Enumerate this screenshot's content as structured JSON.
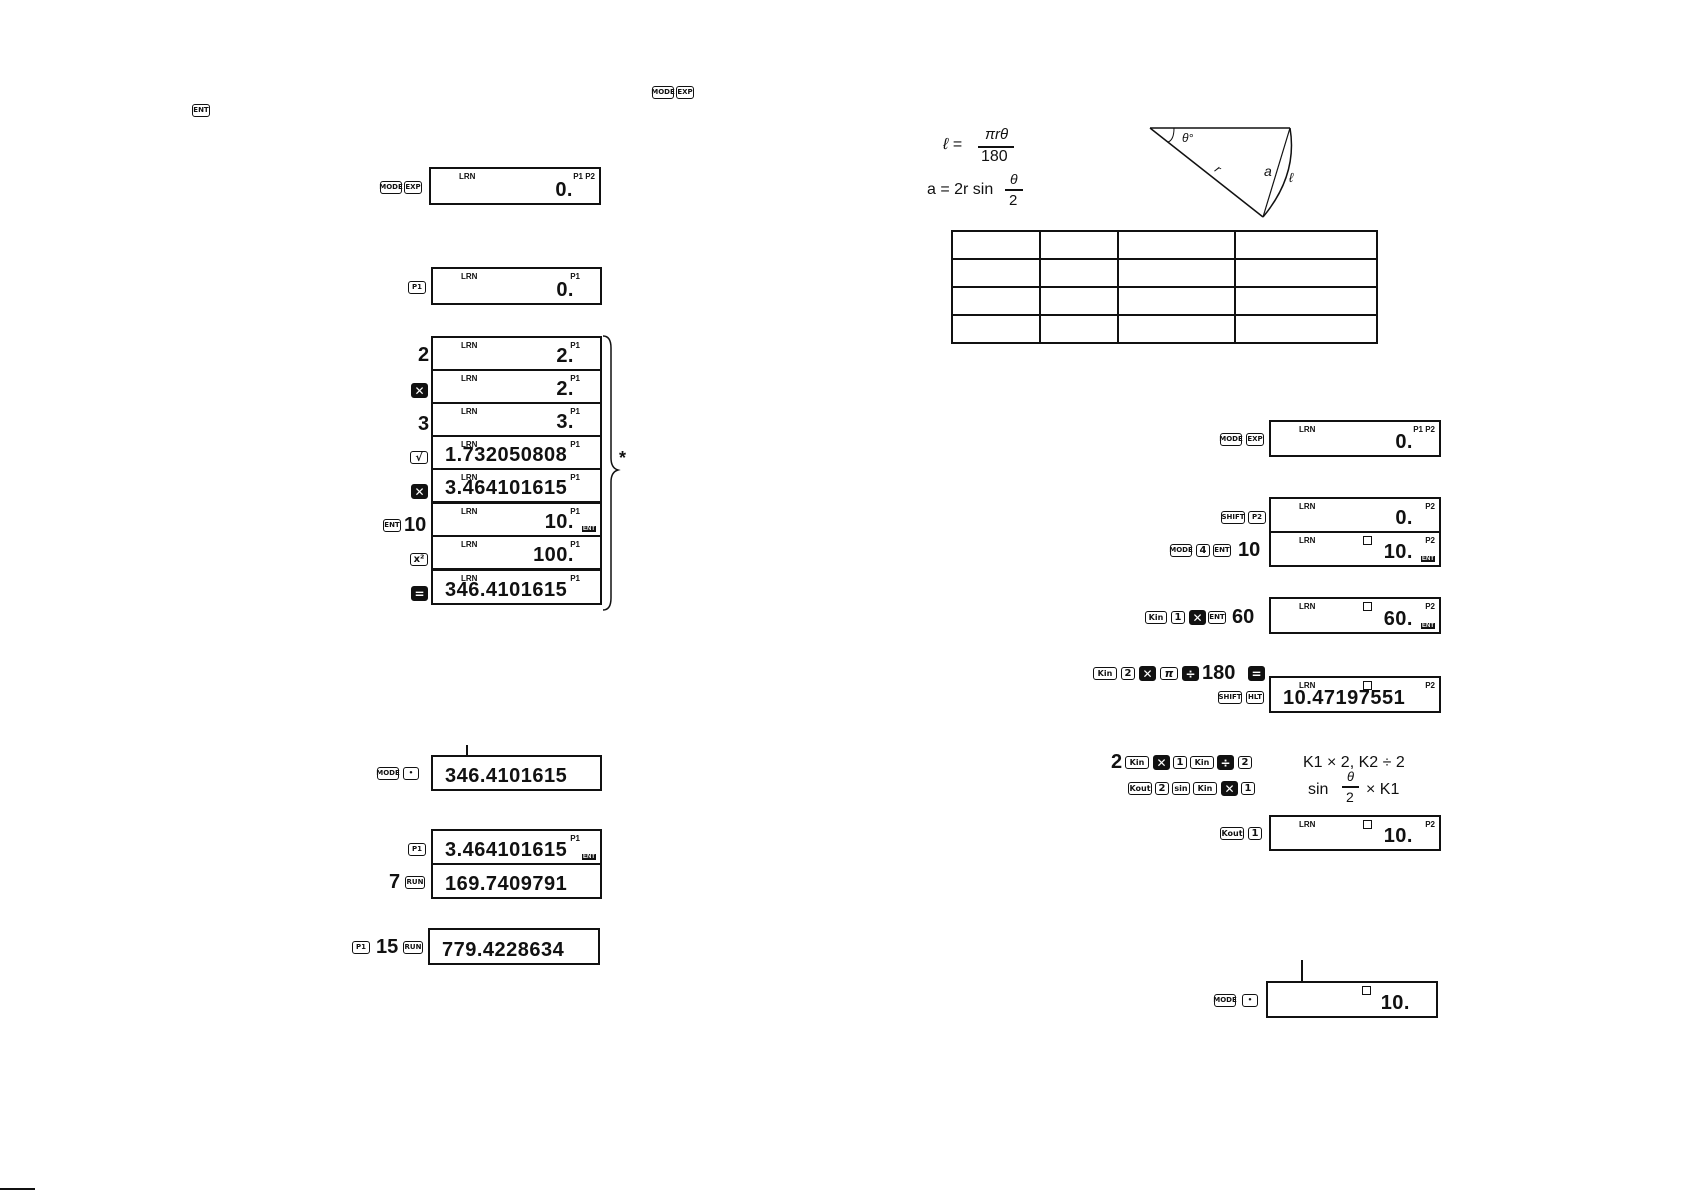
{
  "keys": {
    "mode": "MODE",
    "exp": "EXP",
    "ent": "ENT",
    "p1": "P1",
    "p2": "P2",
    "shift": "SHIFT",
    "kin": "Kin",
    "kout": "Kout",
    "run": "RUN",
    "hlt": "HLT",
    "sin": "sin",
    "pi": "π",
    "sqrt": "√",
    "x2": "x²",
    "dot": "•",
    "one": "1",
    "two": "2",
    "four": "4",
    "times": "✕",
    "div": "÷",
    "equals": "="
  },
  "display_labels": {
    "lrn": "LRN",
    "p1": "P1",
    "p2": "P2",
    "p1p2": "P1 P2",
    "ent": "ENT"
  },
  "left": {
    "top_display": "0.",
    "p1_display": "0.",
    "steps": [
      {
        "input": "2",
        "value": "2."
      },
      {
        "input": "✕",
        "value": "2."
      },
      {
        "input": "3",
        "value": "3."
      },
      {
        "input": "√",
        "value": "1.732050808"
      },
      {
        "input": "✕",
        "value": "3.464101615"
      },
      {
        "input": "10",
        "value": "10."
      },
      {
        "input": "x²",
        "value": "100."
      },
      {
        "input": "=",
        "value": "346.4101615"
      }
    ],
    "asterisk": "*",
    "run_mode_display": "346.4101615",
    "p1_run_display": "3.464101615",
    "run7_input": "7",
    "run7_display": "169.7409791",
    "run15_input": "15",
    "run15_display": "779.4228634"
  },
  "right": {
    "formula1_lhs": "ℓ =",
    "formula1_num": "πrθ",
    "formula1_den": "180",
    "formula2_lhs": "a = 2r  sin",
    "formula2_num": "θ",
    "formula2_den": "2",
    "diagram_theta": "θ°",
    "diagram_r": "r",
    "diagram_a": "a",
    "diagram_l": "ℓ",
    "display1": "0.",
    "display2": "0.",
    "display3_input": "10",
    "display3": "10.",
    "display4_input": "60",
    "display4": "60.",
    "display5_input": "180",
    "display5": "10.47197551",
    "annot1_prefix": "2",
    "annot1": "K1 × 2, K2 ÷ 2",
    "annot2_sin": "sin",
    "annot2_num": "θ",
    "annot2_den": "2",
    "annot2_mult": "× K1",
    "display6": "10.",
    "display7": "10."
  }
}
